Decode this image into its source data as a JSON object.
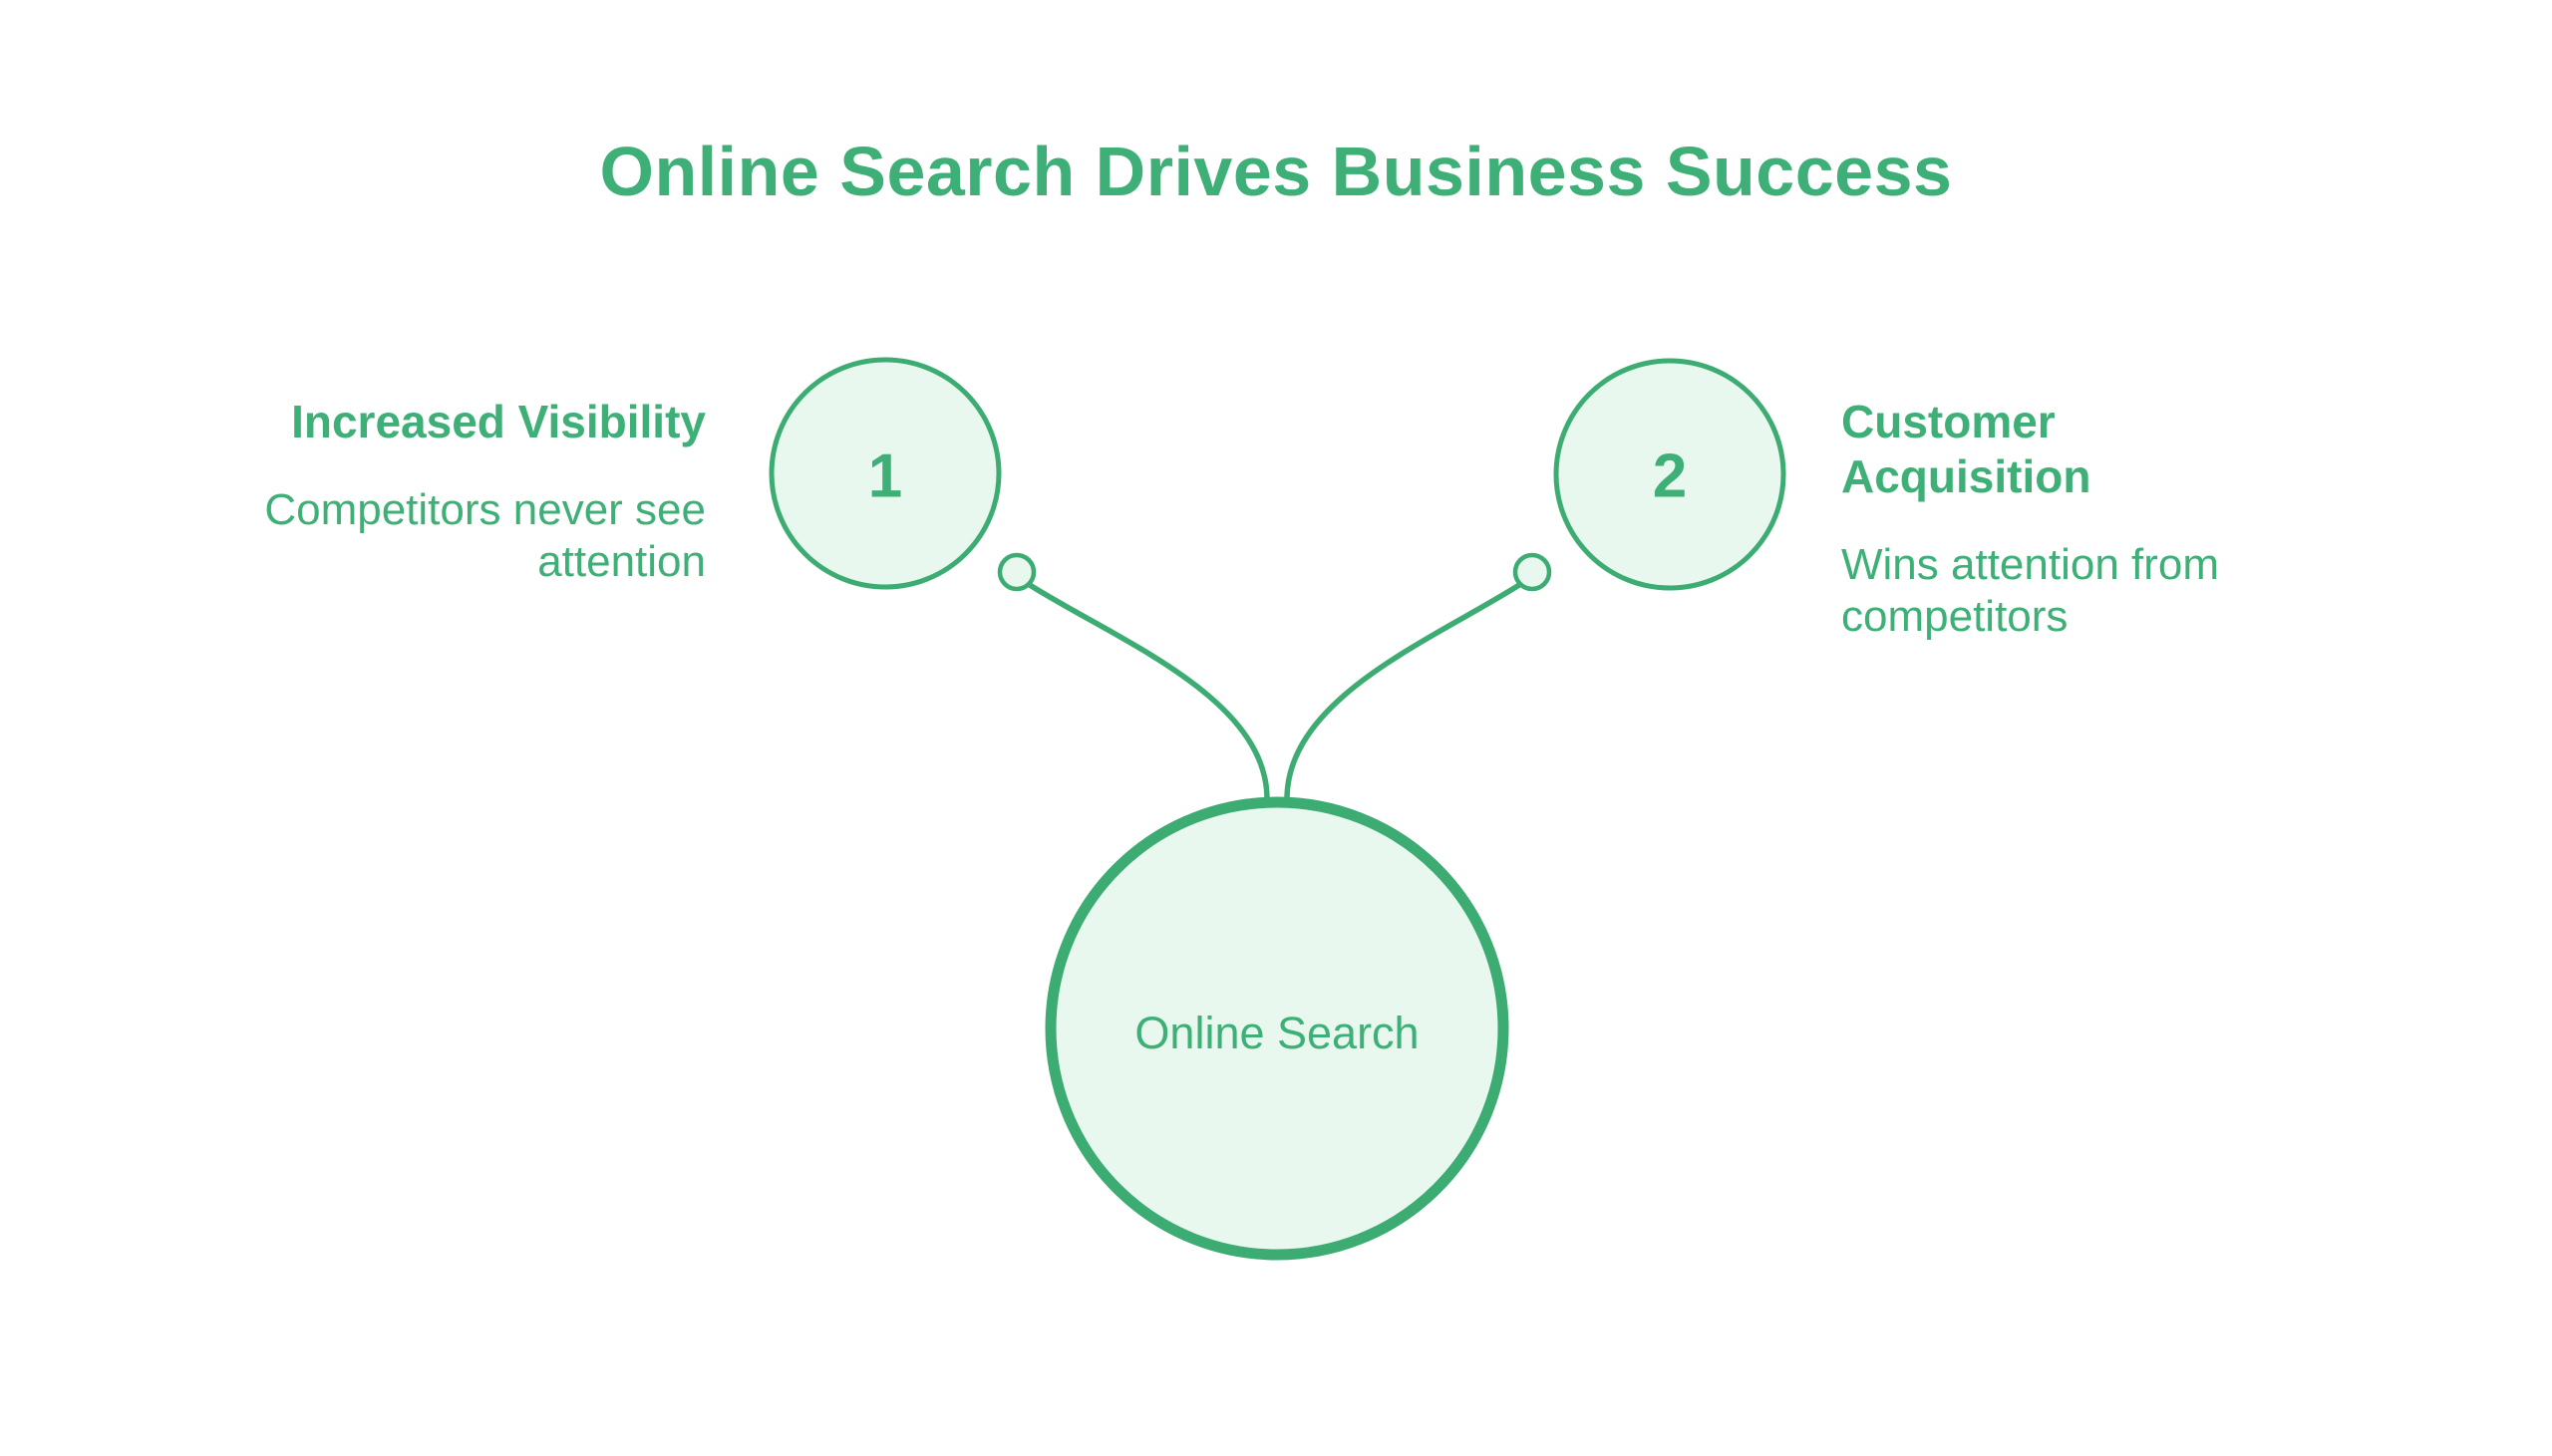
{
  "title": "Online Search Drives Business Success",
  "hub": {
    "label": "Online Search"
  },
  "steps": [
    {
      "number": "1",
      "heading": "Increased Visibility",
      "description": "Competitors never see attention",
      "side": "left"
    },
    {
      "number": "2",
      "heading": "Customer Acquisition",
      "description": "Wins attention from competitors",
      "side": "right"
    }
  ],
  "colors": {
    "accent_green": "#3eb077",
    "stroke_green": "#3cac72",
    "circle_fill": "#e8f8ef",
    "background": "#ffffff"
  }
}
